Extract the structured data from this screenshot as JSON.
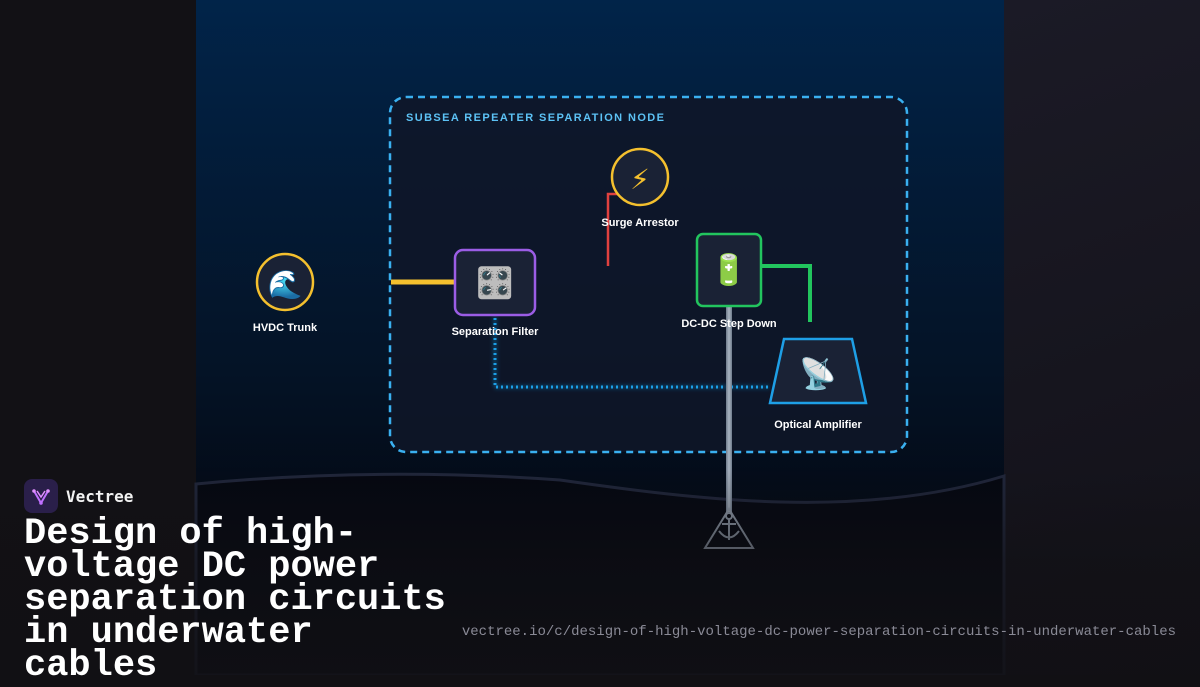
{
  "diagram": {
    "group_label": "SUBSEA REPEATER SEPARATION NODE",
    "nodes": {
      "hvdc_trunk": {
        "label": "HVDC Trunk",
        "icon": "wave-icon",
        "glyph": "🌊"
      },
      "separation_filter": {
        "label": "Separation Filter",
        "icon": "control-knobs-icon",
        "glyph": "🎛️"
      },
      "surge_arrestor": {
        "label": "Surge Arrestor",
        "icon": "lightning-icon",
        "glyph": "⚡"
      },
      "dc_dc_step_down": {
        "label": "DC-DC Step Down",
        "icon": "battery-icon",
        "glyph": "🔋"
      },
      "optical_amplifier": {
        "label": "Optical Amplifier",
        "icon": "satellite-dish-icon",
        "glyph": "📡"
      }
    },
    "anchor_icon": "anchor-icon",
    "colors": {
      "group_border": "#3ab0f0",
      "hvdc": "#f4c02e",
      "filter": "#9b5de5",
      "surge": "#e0413f",
      "power": "#22c55e",
      "optical": "#1e9fe6"
    }
  },
  "brand": {
    "name": "Vectree",
    "logo_icon": "vectree-logo-icon"
  },
  "title": "Design of high-voltage DC power separation circuits in underwater cables",
  "url": "vectree.io/c/design-of-high-voltage-dc-power-separation-circuits-in-underwater-cables"
}
